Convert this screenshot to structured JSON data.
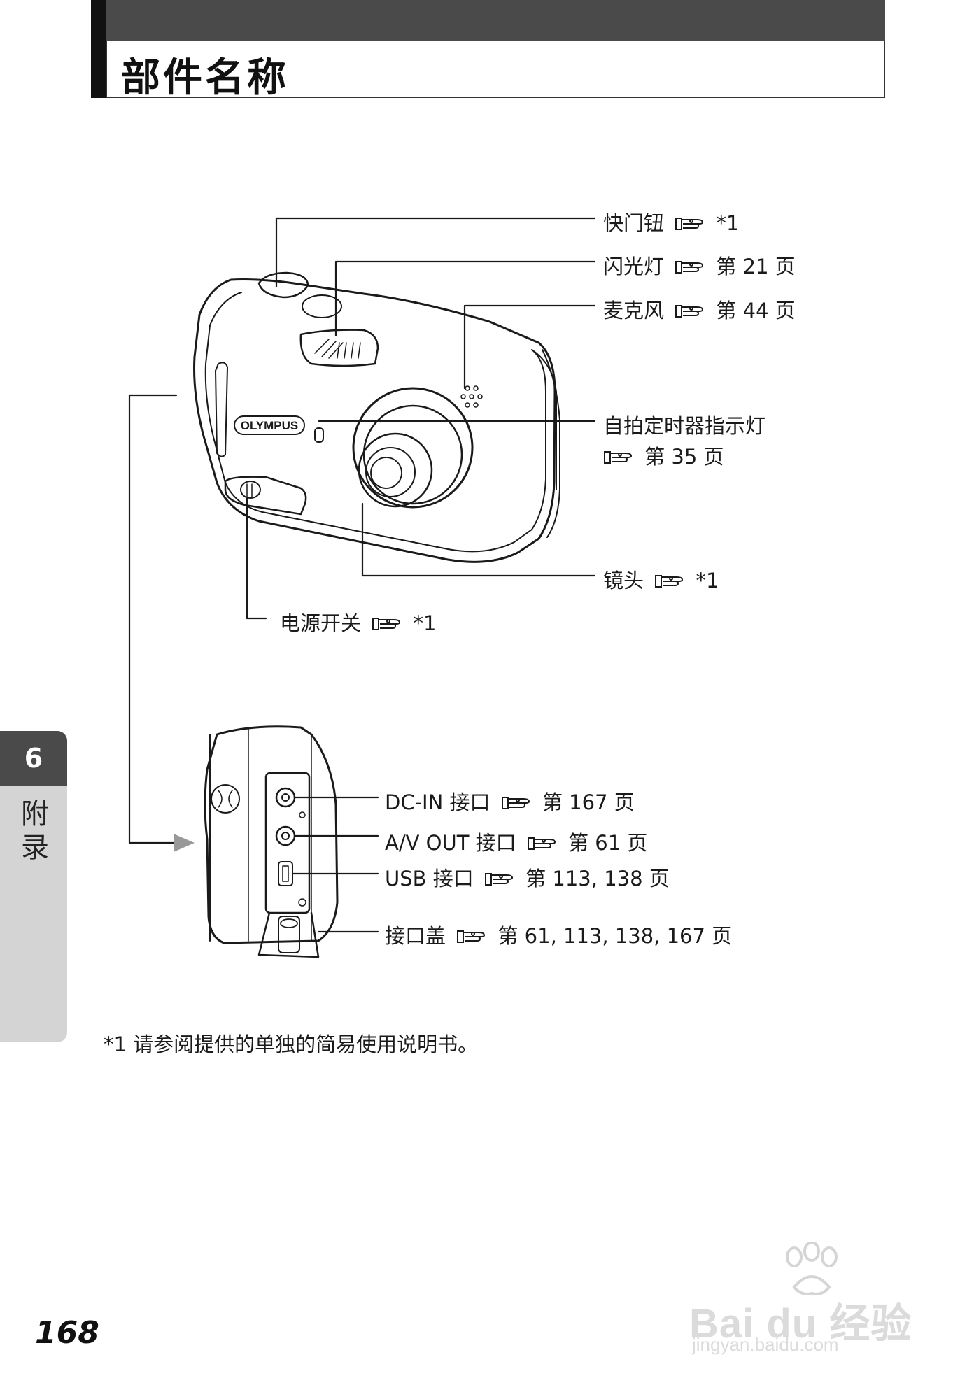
{
  "page": {
    "title": "部件名称",
    "number": "168"
  },
  "side_tab": {
    "chapter_number": "6",
    "chapter_label": "附录"
  },
  "labels": {
    "shutter": {
      "name": "快门钮",
      "ref": "*1"
    },
    "flash": {
      "name": "闪光灯",
      "ref": "第 21 页"
    },
    "microphone": {
      "name": "麦克风",
      "ref": "第 44 页"
    },
    "self_timer": {
      "name": "自拍定时器指示灯",
      "ref": "第 35 页"
    },
    "lens": {
      "name": "镜头",
      "ref": "*1"
    },
    "power_switch": {
      "name": "电源开关",
      "ref": "*1"
    },
    "dc_in": {
      "name": "DC-IN 接口",
      "ref": "第 167 页"
    },
    "av_out": {
      "name": "A/V OUT 接口",
      "ref": "第 61 页"
    },
    "usb": {
      "name": "USB 接口",
      "ref": "第 113, 138 页"
    },
    "connector_cover": {
      "name": "接口盖",
      "ref": "第 61, 113, 138, 167 页"
    }
  },
  "camera": {
    "brand_text": "OLYMPUS"
  },
  "footnote": "*1 请参阅提供的单独的简易使用说明书。",
  "watermark": {
    "text": "Bai du 经验",
    "url": "jingyan.baidu.com"
  },
  "icons": {
    "reference": "pointing-hand-icon"
  }
}
